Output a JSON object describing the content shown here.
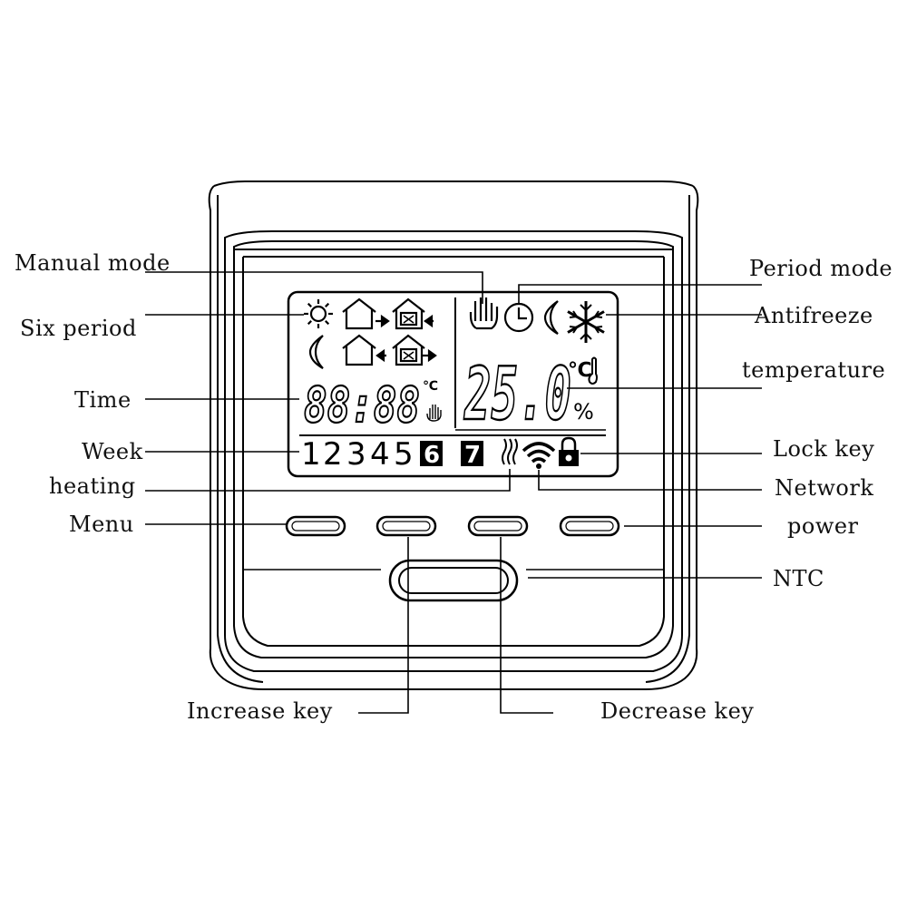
{
  "labels": {
    "manual_mode": "Manual mode",
    "six_period": "Six period",
    "time": "Time",
    "week": "Week",
    "heating": "heating",
    "menu": "Menu",
    "period_mode": "Period mode",
    "antifreeze": "Antifreeze",
    "temperature": "temperature",
    "lock_key": "Lock key",
    "network": "Network",
    "power": "power",
    "ntc": "NTC",
    "increase_key": "Increase key",
    "decrease_key": "Decrease key"
  },
  "lcd": {
    "clock": "88:88",
    "clock_unit": "℃",
    "temperature": "25.0",
    "temp_unit": "℃",
    "humidity_unit": "%",
    "week_days": [
      "1",
      "2",
      "3",
      "4",
      "5"
    ],
    "week_days_highlighted": [
      "6",
      "7"
    ]
  },
  "icons": [
    "sun-icon",
    "moon-icon",
    "house-arrow-in-icon",
    "house-arrow-out-icon",
    "away-house-icon",
    "hand-icon",
    "clock-icon",
    "snowflake-icon",
    "thermometer-icon",
    "heating-waves-icon",
    "wifi-icon",
    "lock-icon"
  ]
}
